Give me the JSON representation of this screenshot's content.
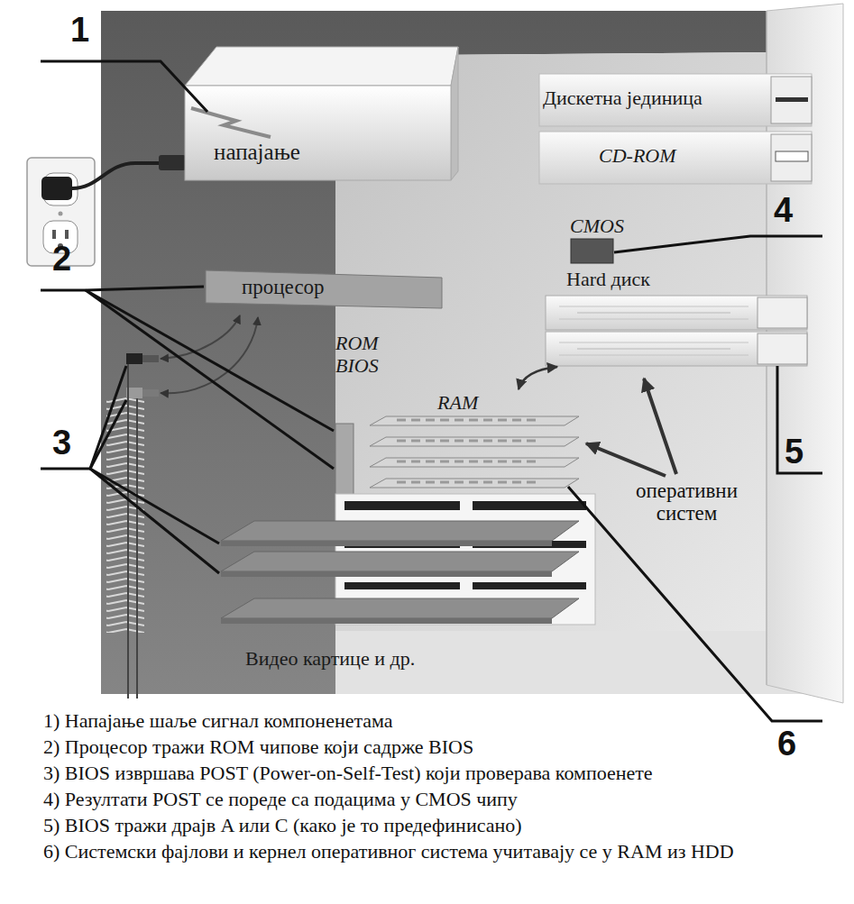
{
  "diagram": {
    "nodes": [
      {
        "text": [
          "напајање"
        ]
      },
      {
        "text": [
          "Дискетна јединица"
        ]
      },
      {
        "text": [
          "CD-ROM"
        ]
      },
      {
        "text": [
          "CMOS"
        ]
      },
      {
        "text": [
          "Hard диск"
        ]
      },
      {
        "text": [
          "процесор"
        ]
      },
      {
        "text": [
          "ROM BIOS"
        ]
      },
      {
        "text": [
          "RAM"
        ]
      },
      {
        "text": [
          "Видео картице и др."
        ]
      }
    ],
    "edges": [
      {
        "from": 7,
        "to": 4,
        "arrow": "both"
      }
    ],
    "labels": [
      "1",
      "2",
      "3",
      "4",
      "5",
      "6",
      "оперативни систем",
      "1) Напајање шаље сигнал компоненетама",
      "2) Процесор тражи ROM чипове који садрже BIOS",
      "3) BIOS извршава POST (Power-on-Self-Test) који проверава компоенете",
      "4) Резултати POST се пореде са подацима у CMOS чипу",
      "5) BIOS тражи драјв A или C (како је то предефинисано)",
      "6) Системски фајлови и кернел оперативног система учитавају се у RAM из HDD"
    ]
  }
}
